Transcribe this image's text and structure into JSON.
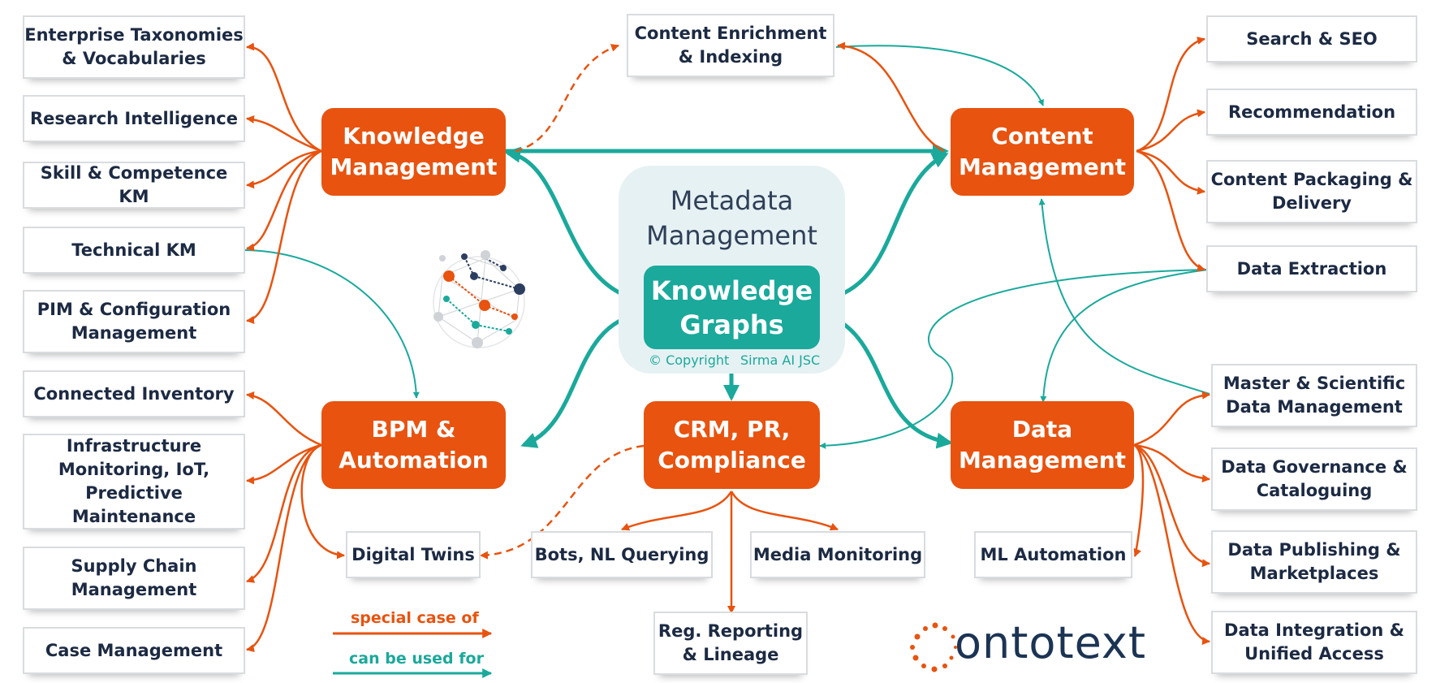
{
  "colors": {
    "orange": "#e8530f",
    "teal": "#1aa99b",
    "navy": "#1c2a43"
  },
  "hubs": {
    "knowledge": "Knowledge\nManagement",
    "content": "Content\nManagement",
    "bpm": "BPM &\nAutomation",
    "crm": "CRM, PR,\nCompliance",
    "data": "Data\nManagement"
  },
  "center": {
    "metadata": "Metadata\nManagement",
    "graphs": "Knowledge\nGraphs",
    "copyright_left": "© Copyright",
    "copyright_right": "Sirma AI JSC"
  },
  "left_items": {
    "taxonomies": "Enterprise Taxonomies\n& Vocabularies",
    "research": "Research Intelligence",
    "skill": "Skill & Competence KM",
    "technical": "Technical KM",
    "pim": "PIM & Configuration\nManagement",
    "inventory": "Connected Inventory",
    "infrastructure": "Infrastructure\nMonitoring, IoT,\nPredictive Maintenance",
    "supply": "Supply Chain\nManagement",
    "case": "Case Management"
  },
  "middle_items": {
    "enrichment": "Content Enrichment\n& Indexing",
    "digital_twins": "Digital Twins",
    "bots": "Bots, NL Querying",
    "media": "Media Monitoring",
    "reg": "Reg. Reporting\n& Lineage",
    "ml": "ML Automation"
  },
  "right_items": {
    "search": "Search & SEO",
    "recommendation": "Recommendation",
    "packaging": "Content Packaging &\nDelivery",
    "extraction": "Data Extraction",
    "master": "Master & Scientific\nData Management",
    "governance": "Data Governance &\nCataloguing",
    "publishing": "Data Publishing &\nMarketplaces",
    "integration": "Data Integration &\nUnified Access"
  },
  "legend": {
    "special_case": "special case of",
    "used_for": "can be used for"
  },
  "logo": {
    "text": "ontotext"
  }
}
